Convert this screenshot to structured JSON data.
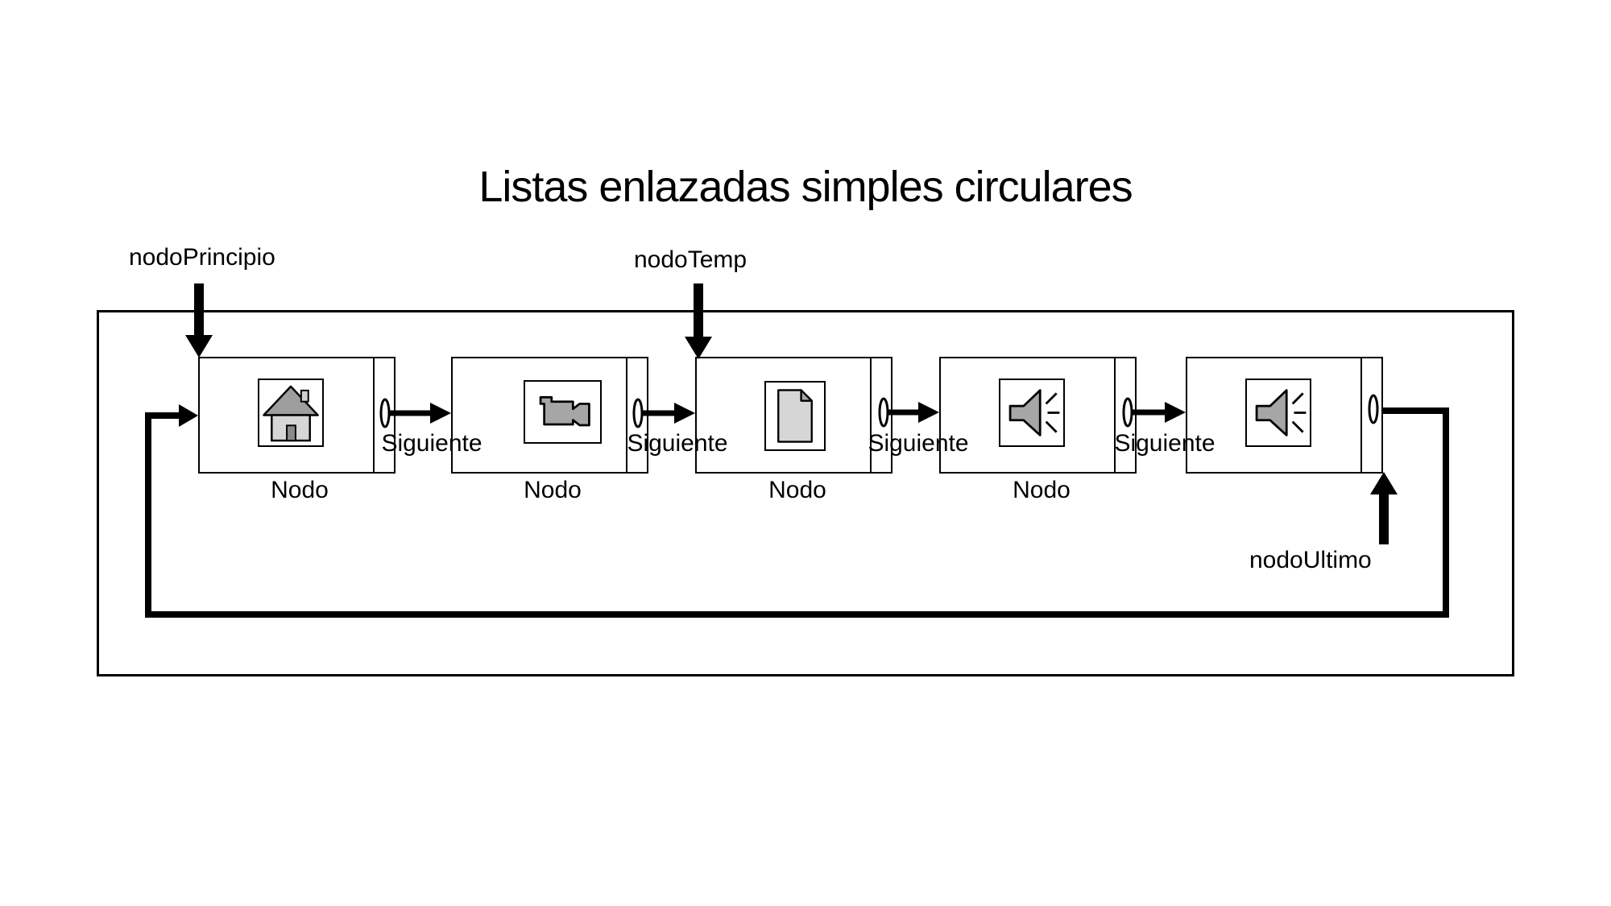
{
  "title": "Listas enlazadas simples circulares",
  "pointers": {
    "principio": "nodoPrincipio",
    "temp": "nodoTemp",
    "ultimo": "nodoUltimo"
  },
  "nodes": [
    {
      "icon": "house-icon",
      "label": "Nodo",
      "siguiente": "Siguiente"
    },
    {
      "icon": "video-camera-icon",
      "label": "Nodo",
      "siguiente": "Siguiente"
    },
    {
      "icon": "document-icon",
      "label": "Nodo",
      "siguiente": "Siguiente"
    },
    {
      "icon": "speaker-icon",
      "label": "Nodo",
      "siguiente": "Siguiente"
    },
    {
      "icon": "speaker-icon"
    }
  ],
  "colors": {
    "background": "#ffffff",
    "line": "#000000",
    "icon_gray": "#a6a6a6",
    "icon_light_gray": "#d6d6d6",
    "icon_dark_gray": "#8a8a8a",
    "roof_gray": "#9e9e9e"
  }
}
